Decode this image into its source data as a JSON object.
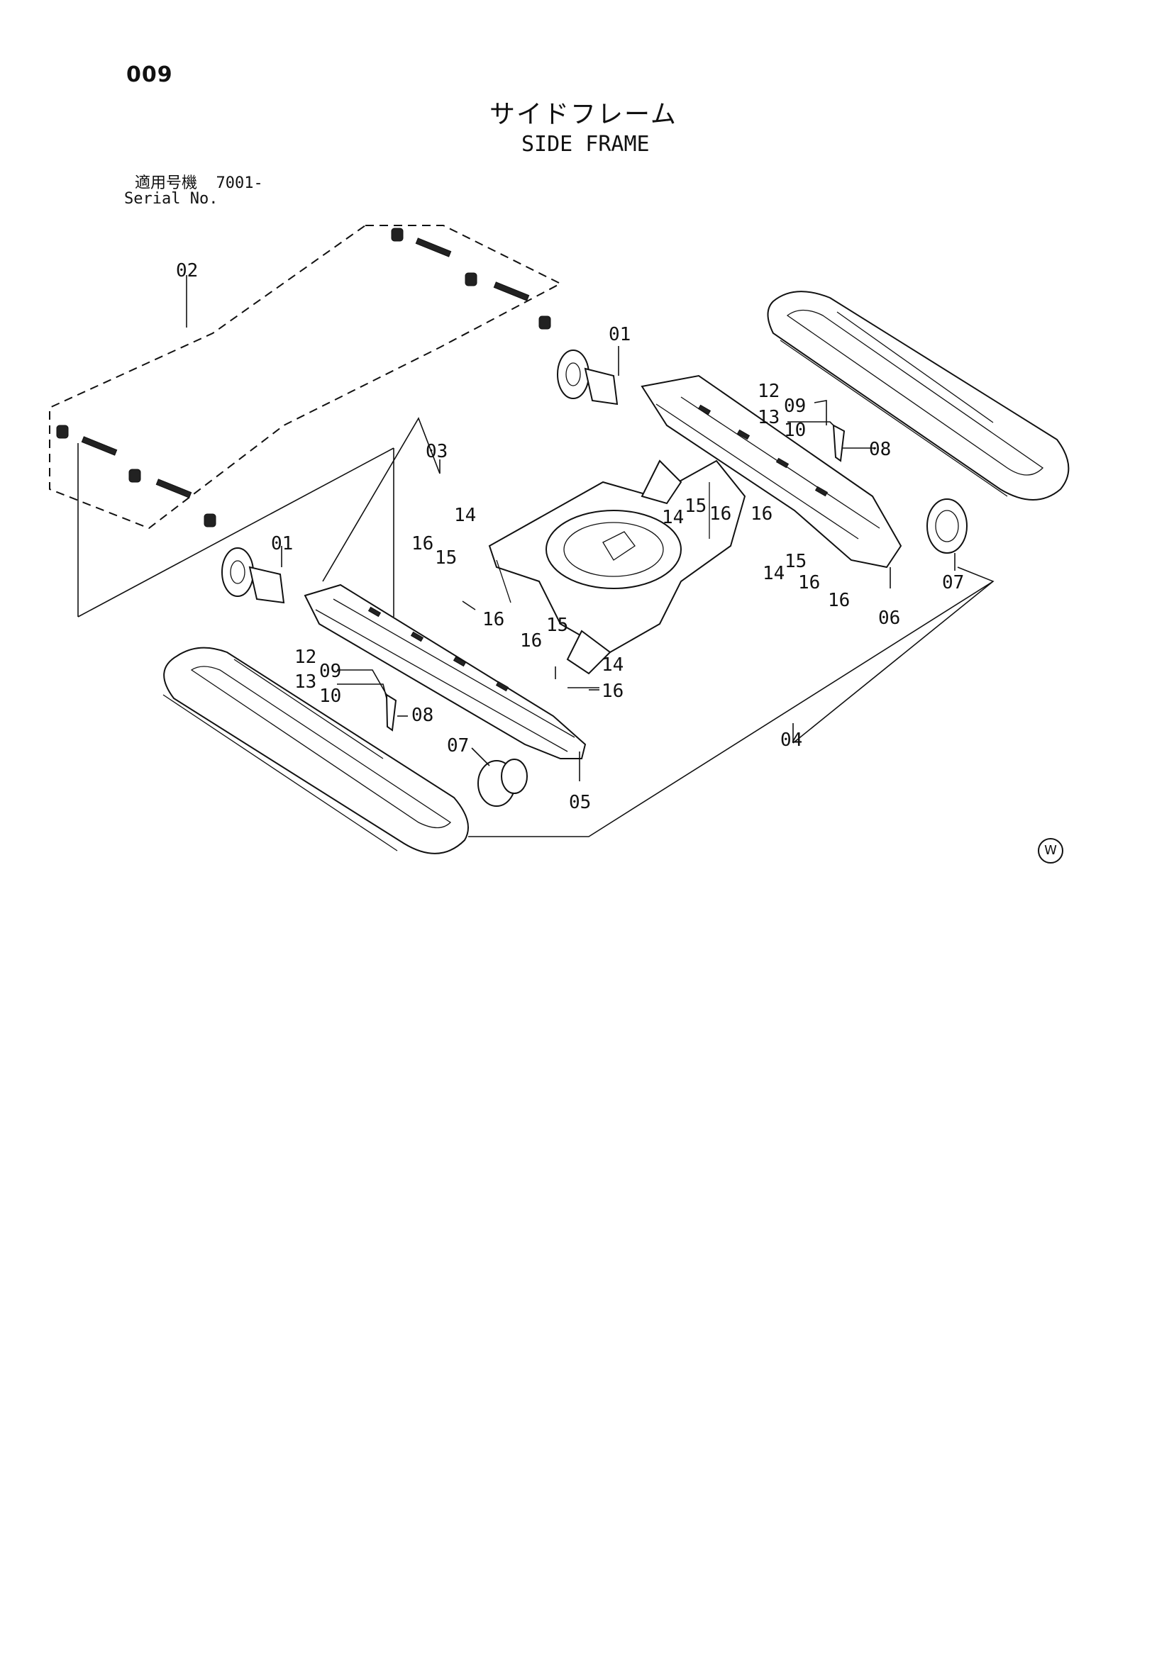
{
  "header": {
    "page_number": "009",
    "title_jp": "サイドフレーム",
    "title_en": "SIDE FRAME",
    "serial_label_jp": "適用号機",
    "serial_value": "7001-",
    "serial_label_en": "Serial No."
  },
  "callouts": [
    "01",
    "01",
    "02",
    "03",
    "04",
    "05",
    "06",
    "07",
    "07",
    "08",
    "08",
    "09",
    "09",
    "10",
    "10",
    "12",
    "12",
    "13",
    "13",
    "14",
    "14",
    "14",
    "14",
    "15",
    "15",
    "15",
    "15",
    "16",
    "16",
    "16",
    "16",
    "16",
    "16",
    "16",
    "16"
  ],
  "footer": {
    "mark": "W"
  }
}
